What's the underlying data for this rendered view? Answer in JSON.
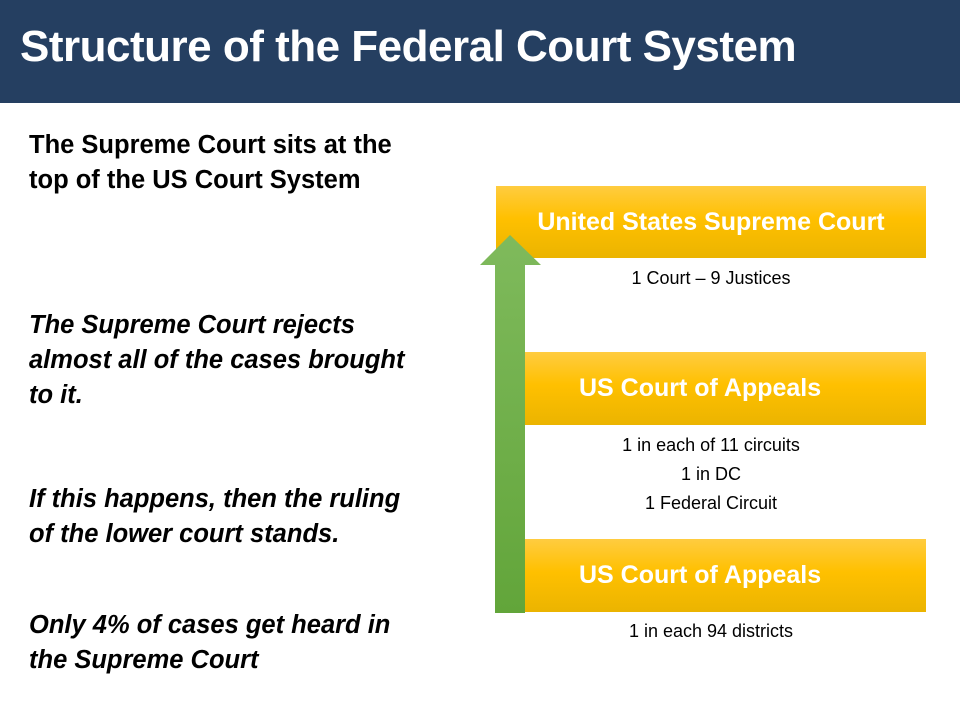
{
  "header": {
    "title": "Structure of the Federal Court System"
  },
  "left_text": [
    "The Supreme Court sits at the top of the US Court System",
    "The Supreme Court rejects almost all of the cases brought to it.",
    "If this happens, then the ruling of the lower court stands.",
    "Only 4% of cases get heard in the Supreme Court"
  ],
  "diagram": {
    "levels": [
      {
        "label": "United States Supreme Court",
        "notes": [
          "1 Court – 9 Justices"
        ]
      },
      {
        "label": "US Court of Appeals",
        "notes": [
          "1 in each of 11 circuits",
          "1 in DC",
          "1 Federal Circuit"
        ]
      },
      {
        "label": "US Court of Appeals",
        "notes": [
          "1 in each 94 districts"
        ]
      }
    ],
    "arrow": {
      "direction": "up",
      "icon": "up-arrow-icon"
    }
  },
  "colors": {
    "header": "#253f61",
    "box": "#ffc000",
    "arrow": "#70ad47"
  }
}
